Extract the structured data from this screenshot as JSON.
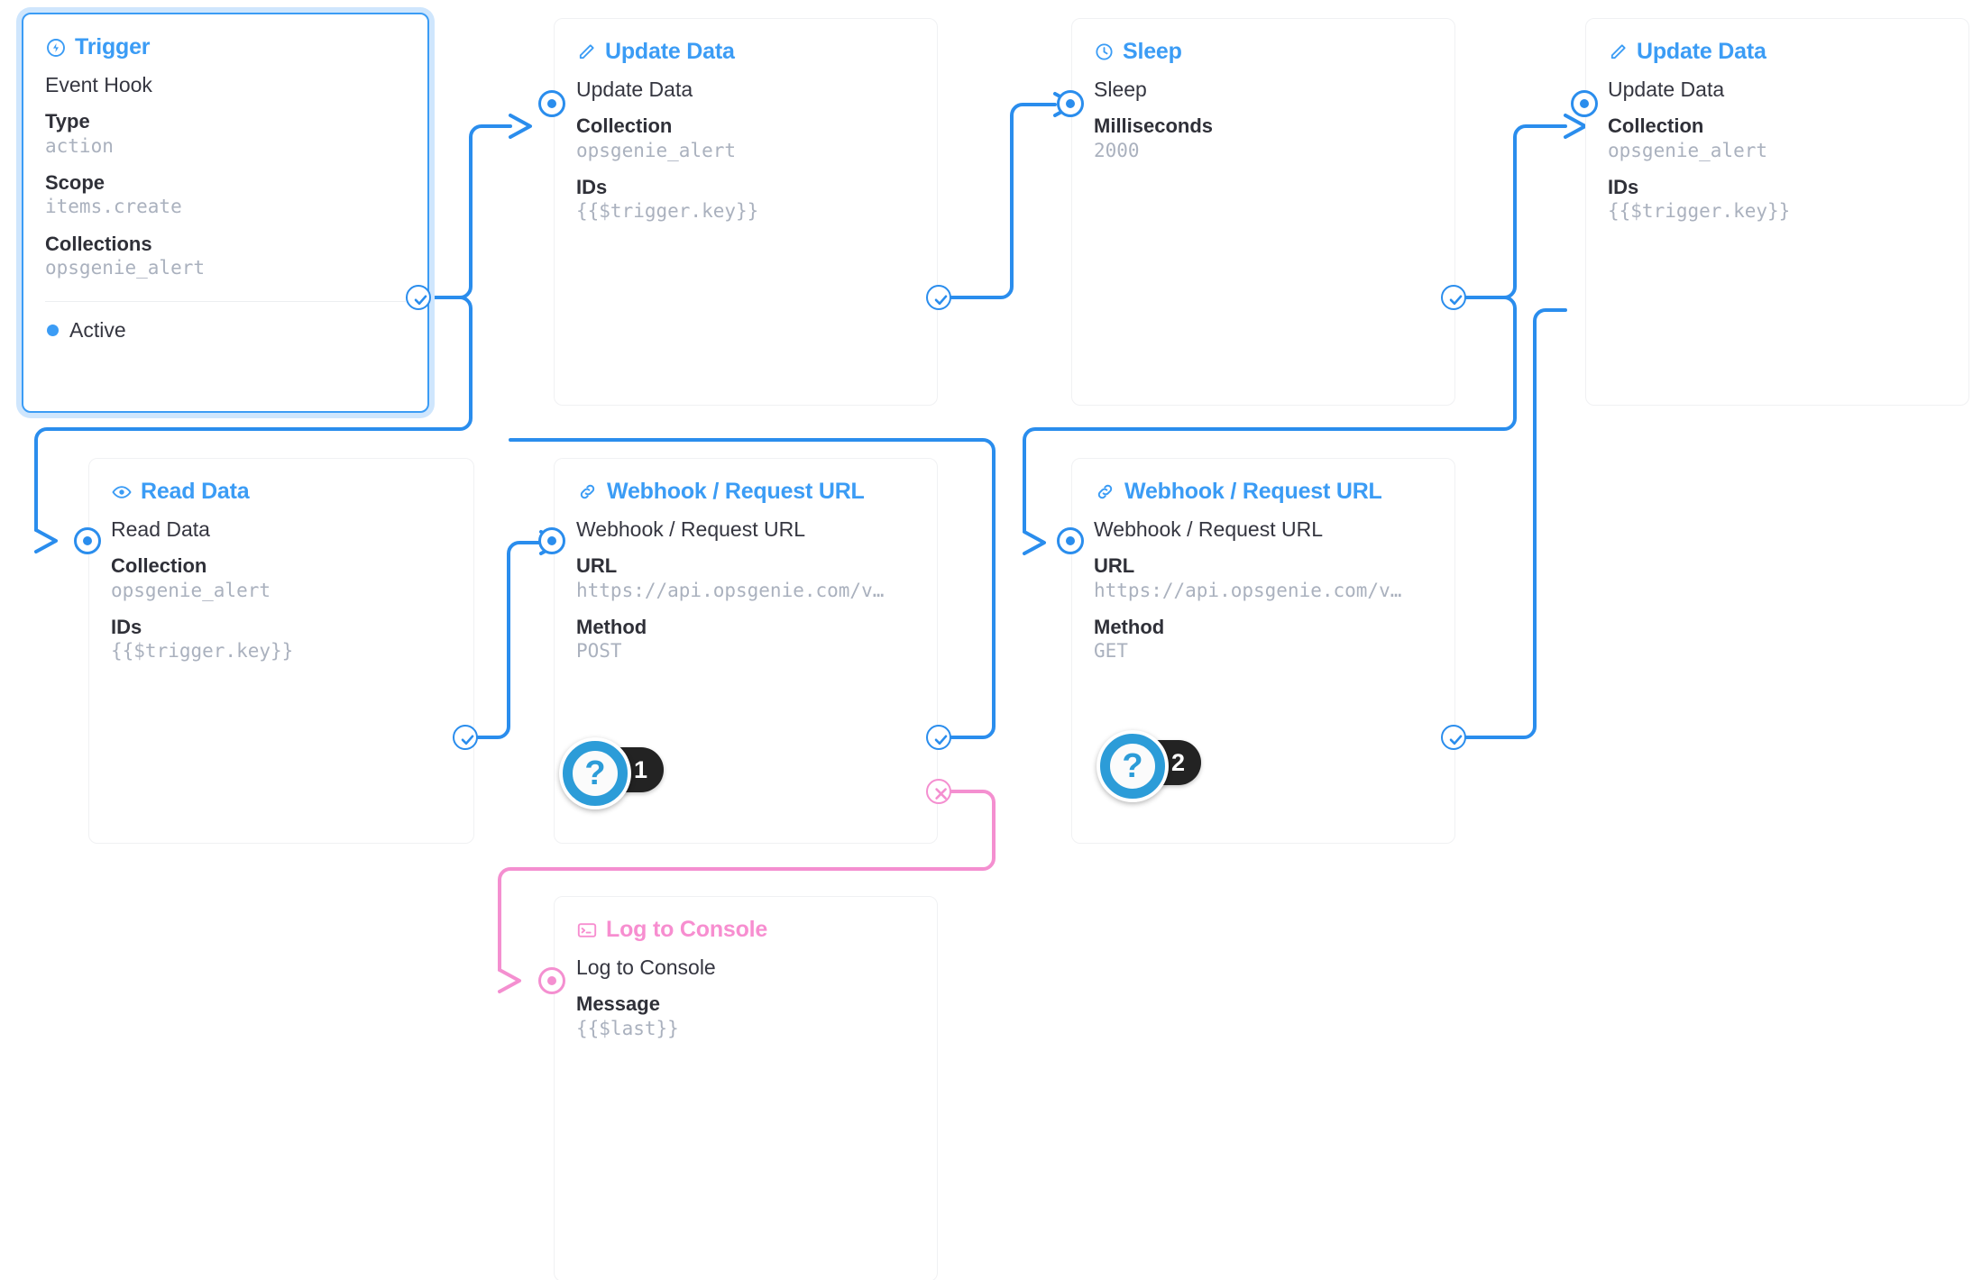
{
  "theme": {
    "accent_blue": "#3b9cf5",
    "wire_blue": "#2a8ded",
    "accent_pink": "#f78ed0",
    "wire_pink": "#f48fd0",
    "value_gray": "#aab1be",
    "label_dark": "#2f3038",
    "card_border": "#f0f1f3",
    "badge_black": "#232323"
  },
  "nodes": {
    "trigger": {
      "header": "Trigger",
      "icon": "lightning-circle-icon",
      "op_name": "Event Hook",
      "fields": [
        {
          "label": "Type",
          "value": "action"
        },
        {
          "label": "Scope",
          "value": "items.create"
        },
        {
          "label": "Collections",
          "value": "opsgenie_alert"
        }
      ],
      "status": "Active"
    },
    "update_data_1": {
      "header": "Update Data",
      "icon": "pencil-icon",
      "op_name": "Update Data",
      "fields": [
        {
          "label": "Collection",
          "value": "opsgenie_alert"
        },
        {
          "label": "IDs",
          "value": "{{$trigger.key}}"
        }
      ]
    },
    "sleep": {
      "header": "Sleep",
      "icon": "clock-icon",
      "op_name": "Sleep",
      "fields": [
        {
          "label": "Milliseconds",
          "value": "2000"
        }
      ]
    },
    "update_data_2": {
      "header": "Update Data",
      "icon": "pencil-icon",
      "op_name": "Update Data",
      "fields": [
        {
          "label": "Collection",
          "value": "opsgenie_alert"
        },
        {
          "label": "IDs",
          "value": "{{$trigger.key}}"
        }
      ]
    },
    "read_data": {
      "header": "Read Data",
      "icon": "eye-icon",
      "op_name": "Read Data",
      "fields": [
        {
          "label": "Collection",
          "value": "opsgenie_alert"
        },
        {
          "label": "IDs",
          "value": "{{$trigger.key}}"
        }
      ]
    },
    "webhook_post": {
      "header": "Webhook / Request URL",
      "icon": "link-icon",
      "op_name": "Webhook / Request URL",
      "fields": [
        {
          "label": "URL",
          "value": "https://api.opsgenie.com/v…"
        },
        {
          "label": "Method",
          "value": "POST"
        }
      ]
    },
    "webhook_get": {
      "header": "Webhook / Request URL",
      "icon": "link-icon",
      "op_name": "Webhook / Request URL",
      "fields": [
        {
          "label": "URL",
          "value": "https://api.opsgenie.com/v…"
        },
        {
          "label": "Method",
          "value": "GET"
        }
      ]
    },
    "log_to_console": {
      "header": "Log to Console",
      "icon": "console-icon",
      "op_name": "Log to Console",
      "fields": [
        {
          "label": "Message",
          "value": "{{$last}}"
        }
      ]
    }
  },
  "help_markers": [
    {
      "icon": "question-mark-icon",
      "number": "1"
    },
    {
      "icon": "question-mark-icon",
      "number": "2"
    }
  ]
}
